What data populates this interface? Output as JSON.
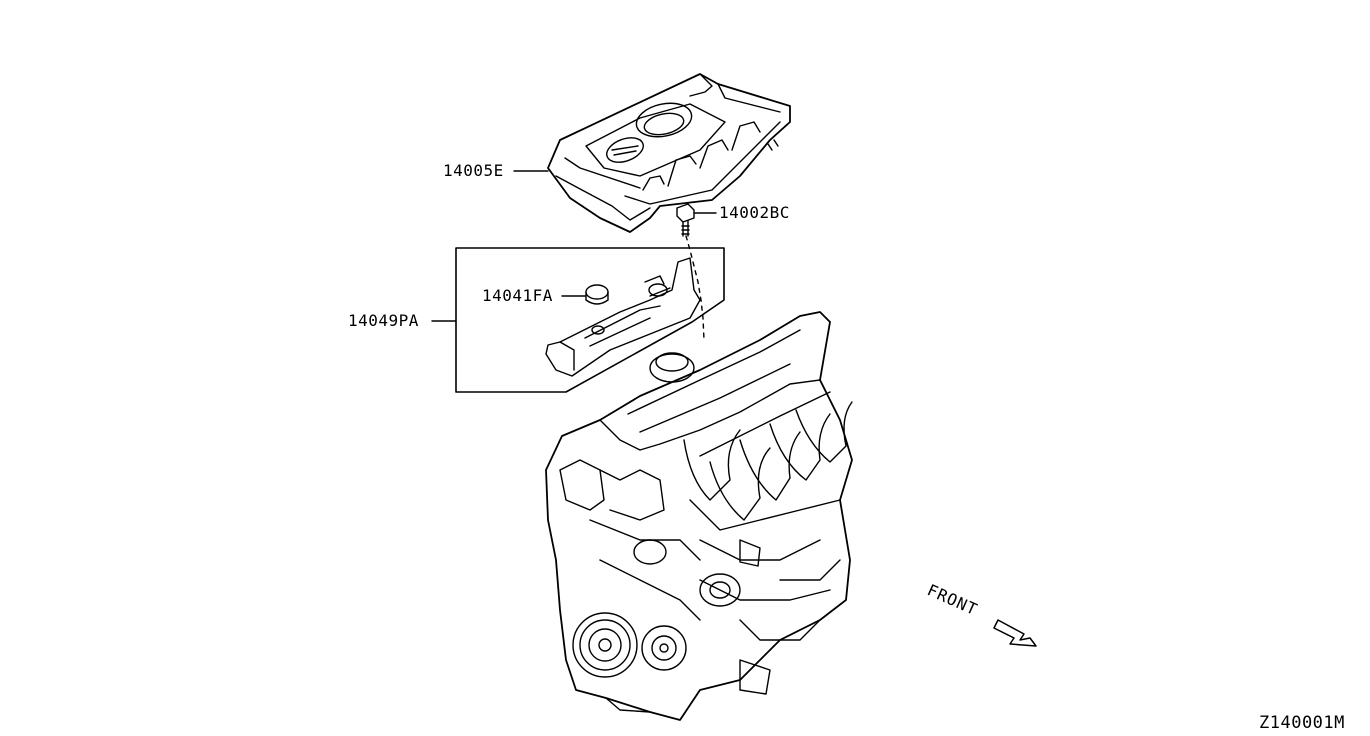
{
  "callouts": {
    "engine_cover": "14005E",
    "bolt": "14002BC",
    "oil_cap": "14041FA",
    "bracket_assembly": "14049PA"
  },
  "front_label": "FRONT",
  "diagram_code": "Z140001M",
  "colors": {
    "ink": "#000000",
    "paper": "#ffffff"
  }
}
